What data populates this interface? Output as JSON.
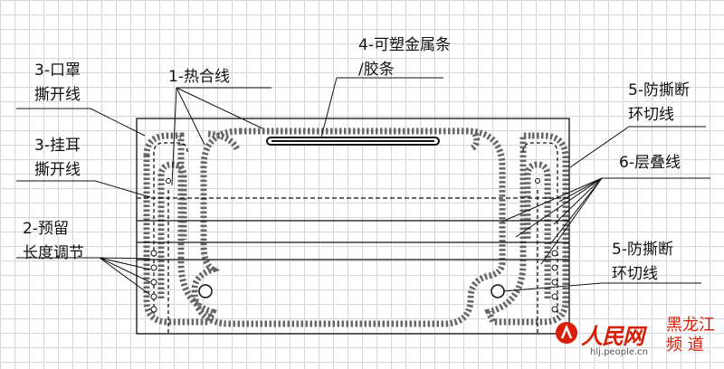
{
  "labels": {
    "mask_tear_line": [
      "3-口罩",
      "撕开线"
    ],
    "heat_seal_line": "1-热合线",
    "plastic_metal_strip": [
      "4-可塑金属条",
      "/胶条"
    ],
    "anti_tear_ring_top": [
      "5-防撕断",
      "环切线"
    ],
    "ear_tear_line": [
      "3-挂耳",
      "撕开线"
    ],
    "stack_line": "6-层叠线",
    "reserved_length": [
      "2-预留",
      "长度调节"
    ],
    "anti_tear_ring_bottom": [
      "5-防撕断",
      "环切线"
    ]
  },
  "watermark": {
    "brand": "人民网",
    "channel_line1": "黑龙江",
    "channel_line2": "频 道",
    "url": "hlj.people.cn",
    "brand_color": "#d81e06"
  }
}
